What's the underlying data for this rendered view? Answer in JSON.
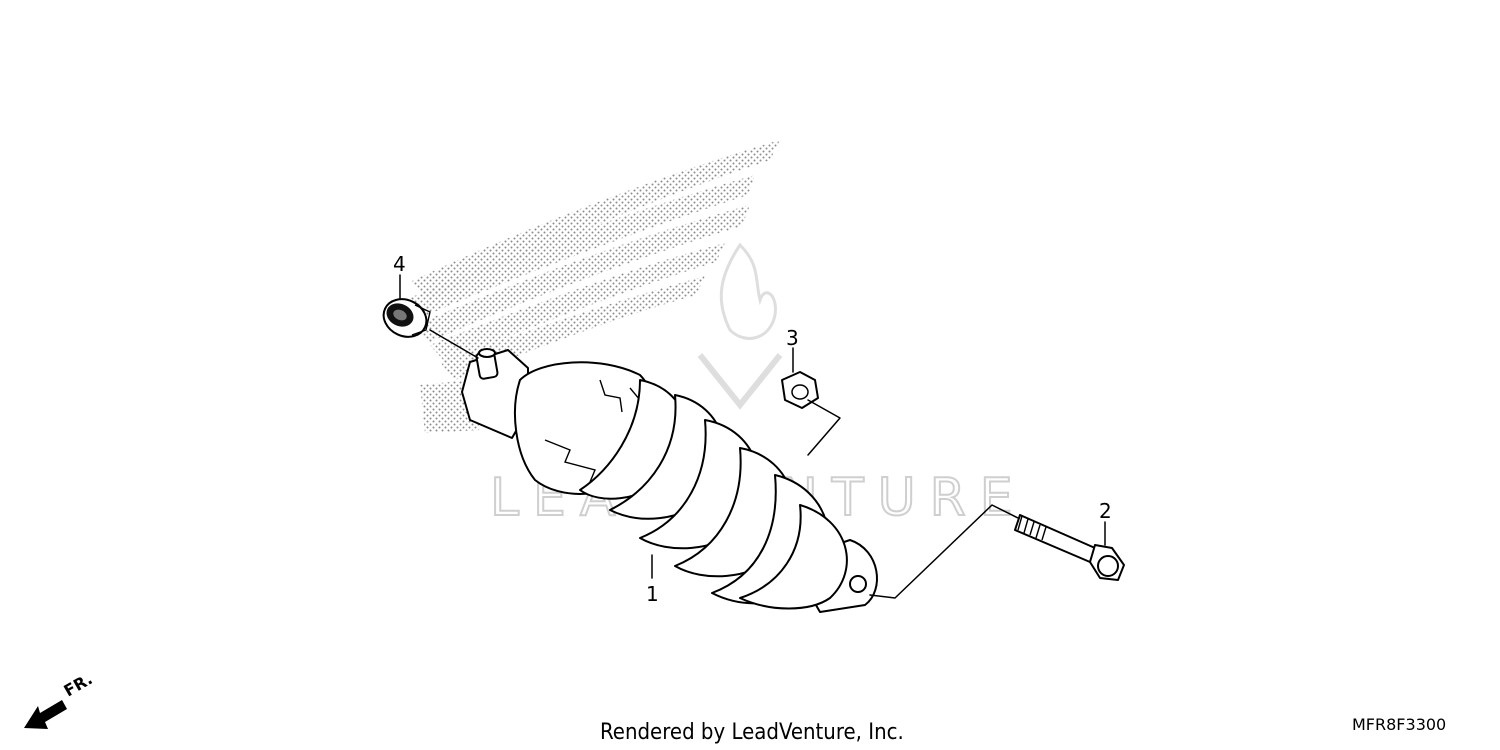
{
  "diagram": {
    "watermark_text": "LEADVENTURE",
    "direction_label": "FR.",
    "footer_text": "Rendered by LeadVenture, Inc.",
    "diagram_code": "MFR8F3300",
    "callouts": [
      {
        "id": "1",
        "label": "1"
      },
      {
        "id": "2",
        "label": "2"
      },
      {
        "id": "3",
        "label": "3"
      },
      {
        "id": "4",
        "label": "4"
      }
    ]
  }
}
